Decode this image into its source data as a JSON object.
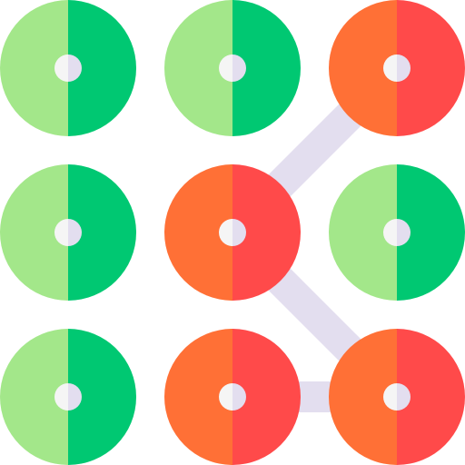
{
  "pattern_lock": {
    "colors": {
      "inactive_left": "#a3e78a",
      "inactive_right": "#00c872",
      "active_left": "#ff7036",
      "active_right": "#ff4a4a",
      "center_left": "#f5f5f5",
      "center_right": "#e3deef",
      "connector": "#e3deef"
    },
    "grid": {
      "rows": 3,
      "cols": 3
    },
    "nodes": [
      {
        "row": 1,
        "col": 1,
        "active": false
      },
      {
        "row": 1,
        "col": 2,
        "active": false
      },
      {
        "row": 1,
        "col": 3,
        "active": true
      },
      {
        "row": 2,
        "col": 1,
        "active": false
      },
      {
        "row": 2,
        "col": 2,
        "active": true
      },
      {
        "row": 2,
        "col": 3,
        "active": false
      },
      {
        "row": 3,
        "col": 1,
        "active": false
      },
      {
        "row": 3,
        "col": 2,
        "active": true
      },
      {
        "row": 3,
        "col": 3,
        "active": true
      }
    ],
    "path": [
      {
        "row": 1,
        "col": 3
      },
      {
        "row": 2,
        "col": 2
      },
      {
        "row": 3,
        "col": 3
      },
      {
        "row": 3,
        "col": 2
      }
    ]
  }
}
